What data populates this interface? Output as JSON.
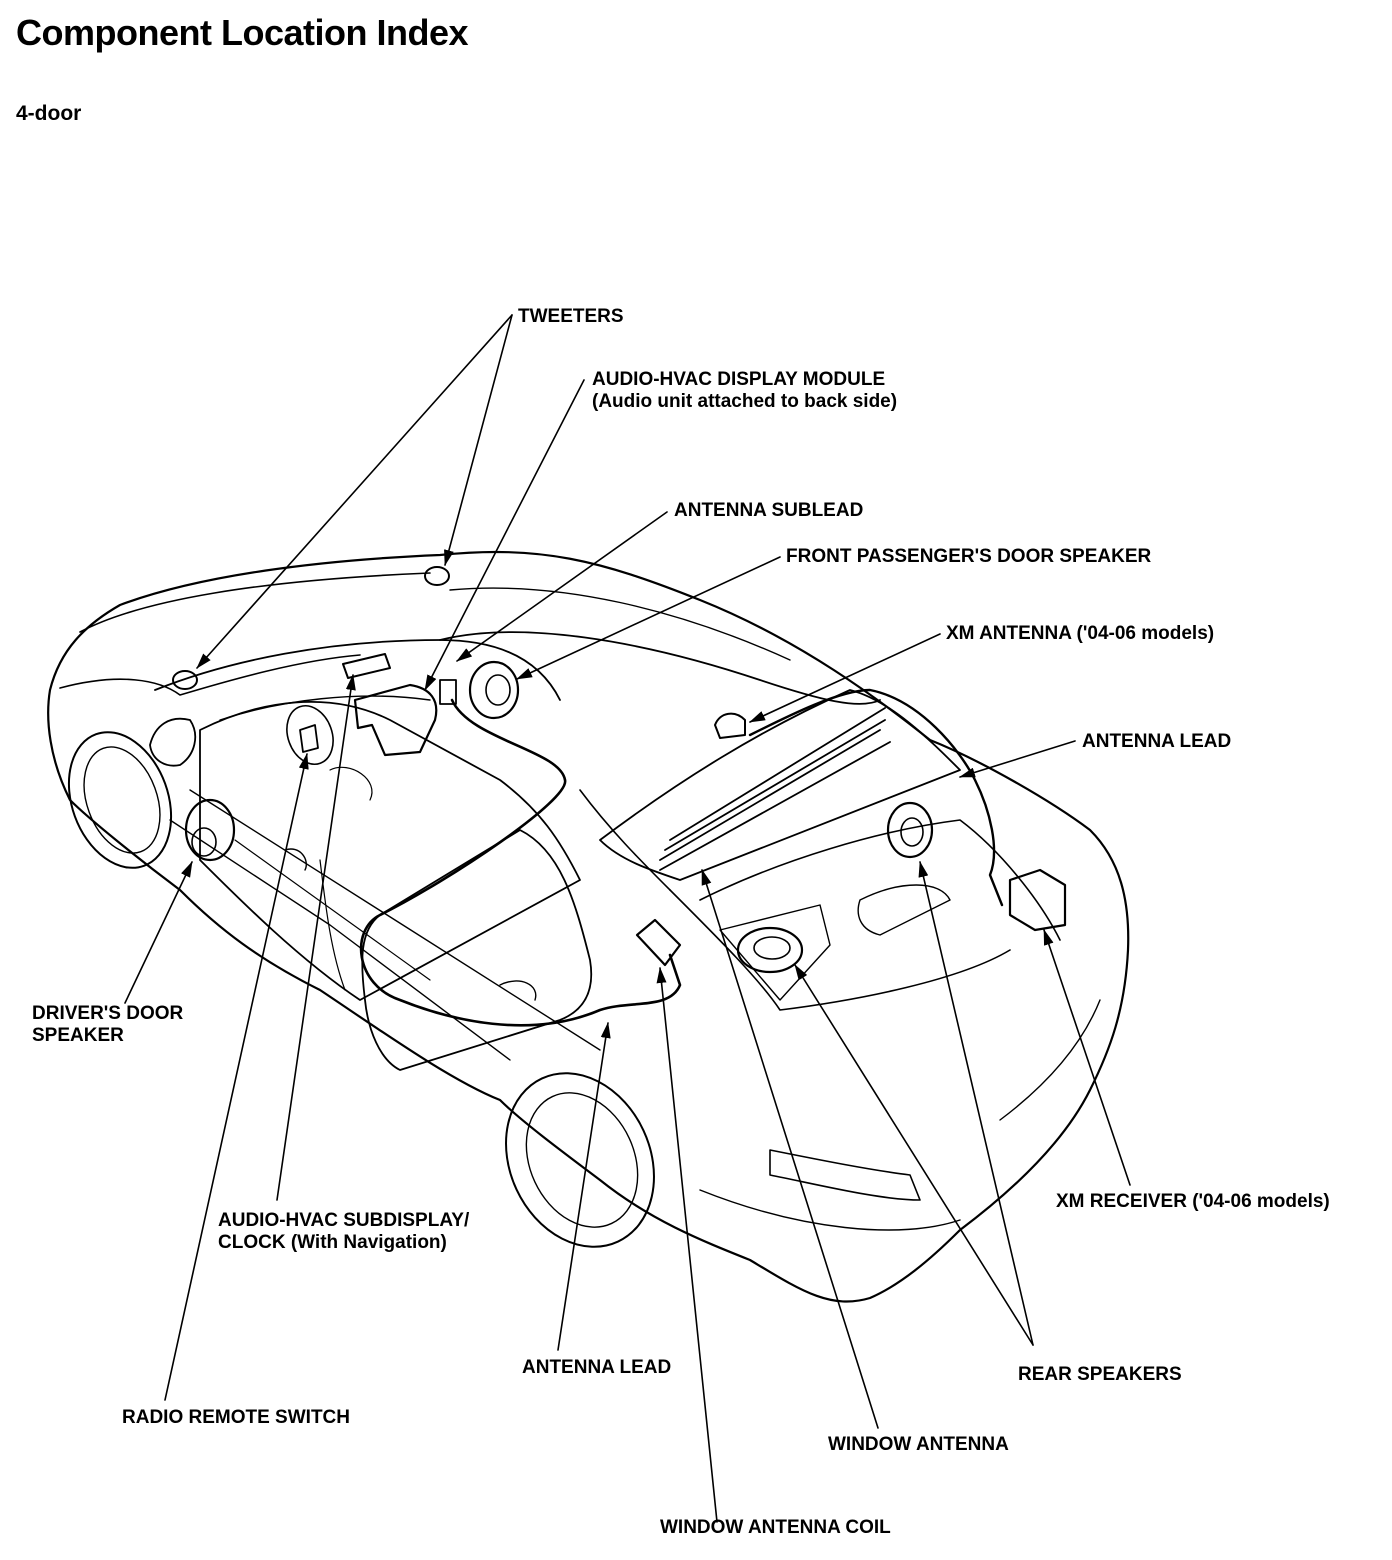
{
  "page": {
    "title": "Component Location Index",
    "subtitle": "4-door"
  },
  "labels": {
    "tweeters": "TWEETERS",
    "display_module_l1": "AUDIO-HVAC DISPLAY MODULE",
    "display_module_l2": "(Audio unit attached to back side)",
    "antenna_sublead": "ANTENNA SUBLEAD",
    "front_pass_speaker": "FRONT PASSENGER'S DOOR SPEAKER",
    "xm_antenna": "XM ANTENNA ('04-06 models)",
    "antenna_lead_right": "ANTENNA LEAD",
    "drivers_speaker_l1": "DRIVER'S DOOR",
    "drivers_speaker_l2": "SPEAKER",
    "subdisplay_l1": "AUDIO-HVAC SUBDISPLAY/",
    "subdisplay_l2": "CLOCK (With Navigation)",
    "xm_receiver": "XM RECEIVER ('04-06 models)",
    "antenna_lead_bottom": "ANTENNA LEAD",
    "rear_speakers": "REAR SPEAKERS",
    "radio_remote": "RADIO REMOTE SWITCH",
    "window_antenna": "WINDOW ANTENNA",
    "window_antenna_coil": "WINDOW ANTENNA COIL"
  }
}
